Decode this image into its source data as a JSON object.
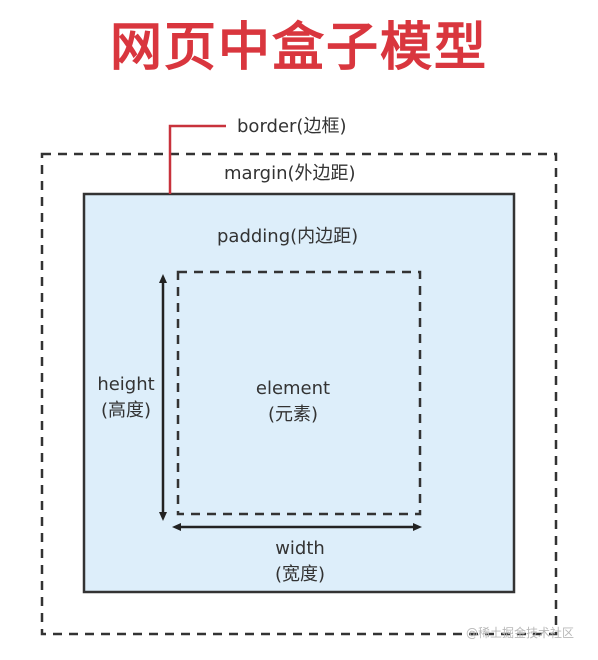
{
  "title": "网页中盒子模型",
  "labels": {
    "border": "border(边框)",
    "margin": "margin(外边距)",
    "padding": "padding(内边距)",
    "height": "height",
    "height_cn": "(高度)",
    "element": "element",
    "element_cn": "(元素)",
    "width": "width",
    "width_cn": "(宽度)"
  },
  "watermark": "@稀土掘金技术社区",
  "colors": {
    "title": "#d9363e",
    "border_box_fill": "#ddeefa",
    "border_box_stroke": "#333333",
    "dashed": "#333333",
    "leader_line": "#c8323c",
    "arrow": "#222222"
  }
}
